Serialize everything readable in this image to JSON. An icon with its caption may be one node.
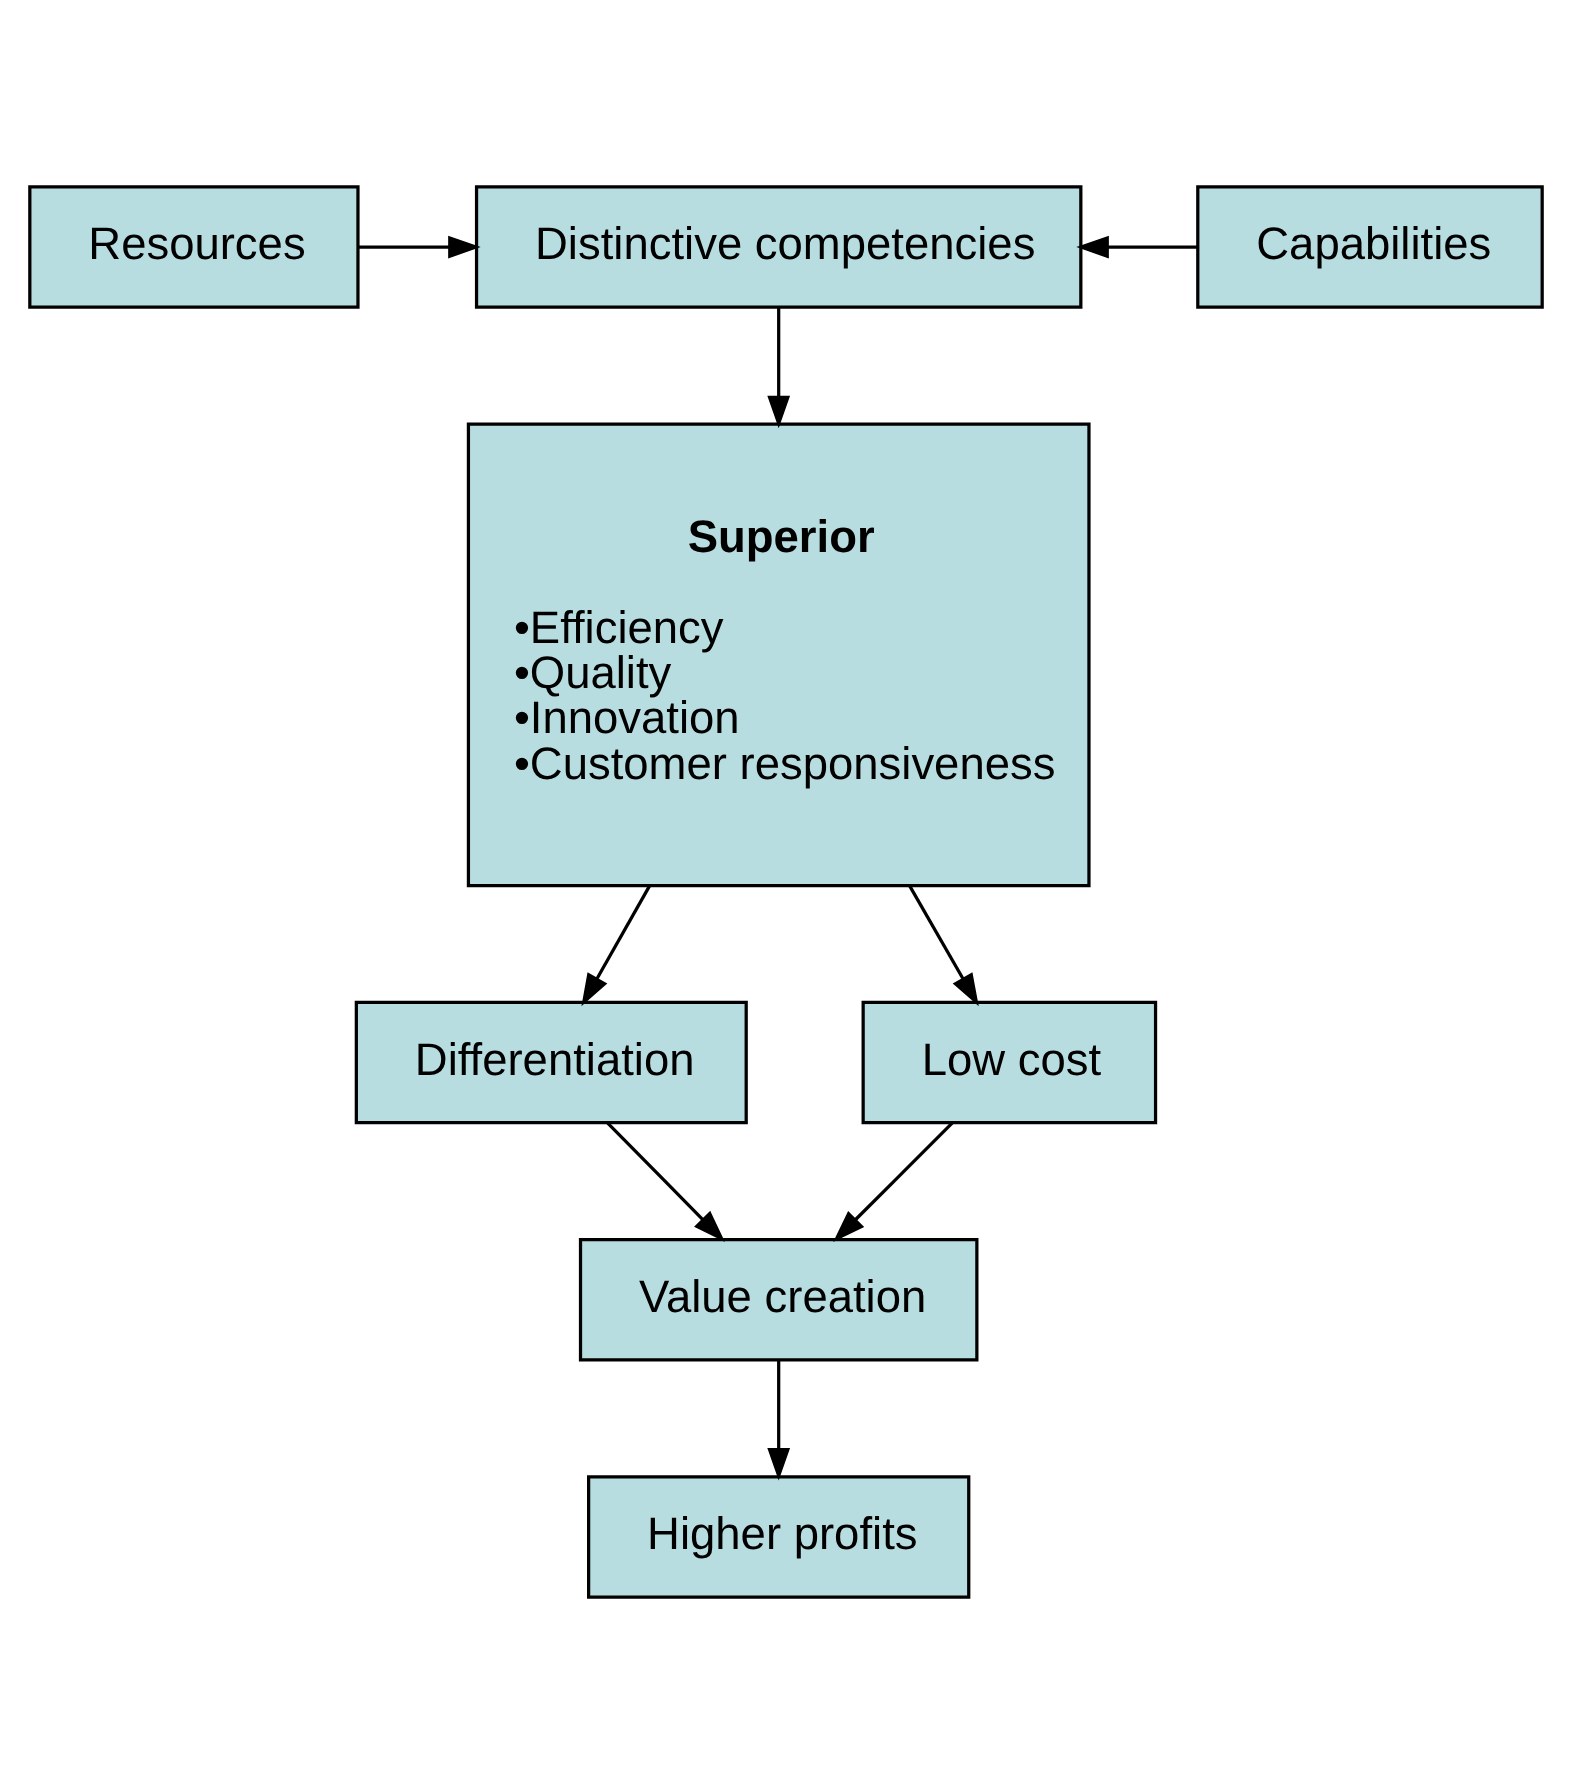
{
  "diagram": {
    "nodes": [
      {
        "text": [
          "Resources"
        ]
      },
      {
        "text": [
          "Distinctive competencies"
        ]
      },
      {
        "text": [
          "Capabilities"
        ]
      },
      {
        "text": [
          "Superior",
          "•Efficiency",
          "•Quality",
          "•Innovation",
          "•Customer responsiveness"
        ]
      },
      {
        "text": [
          "Differentiation"
        ]
      },
      {
        "text": [
          "Low cost"
        ]
      },
      {
        "text": [
          "Value creation"
        ]
      },
      {
        "text": [
          "Higher profits"
        ]
      }
    ],
    "edges": [
      {
        "from": 0,
        "to": 1,
        "arrow": "to"
      },
      {
        "from": 2,
        "to": 1,
        "arrow": "to"
      },
      {
        "from": 1,
        "to": 3,
        "arrow": "to"
      },
      {
        "from": 3,
        "to": 4,
        "arrow": "to"
      },
      {
        "from": 3,
        "to": 5,
        "arrow": "to"
      },
      {
        "from": 4,
        "to": 6,
        "arrow": "to"
      },
      {
        "from": 5,
        "to": 6,
        "arrow": "to"
      },
      {
        "from": 6,
        "to": 7,
        "arrow": "to"
      }
    ]
  }
}
